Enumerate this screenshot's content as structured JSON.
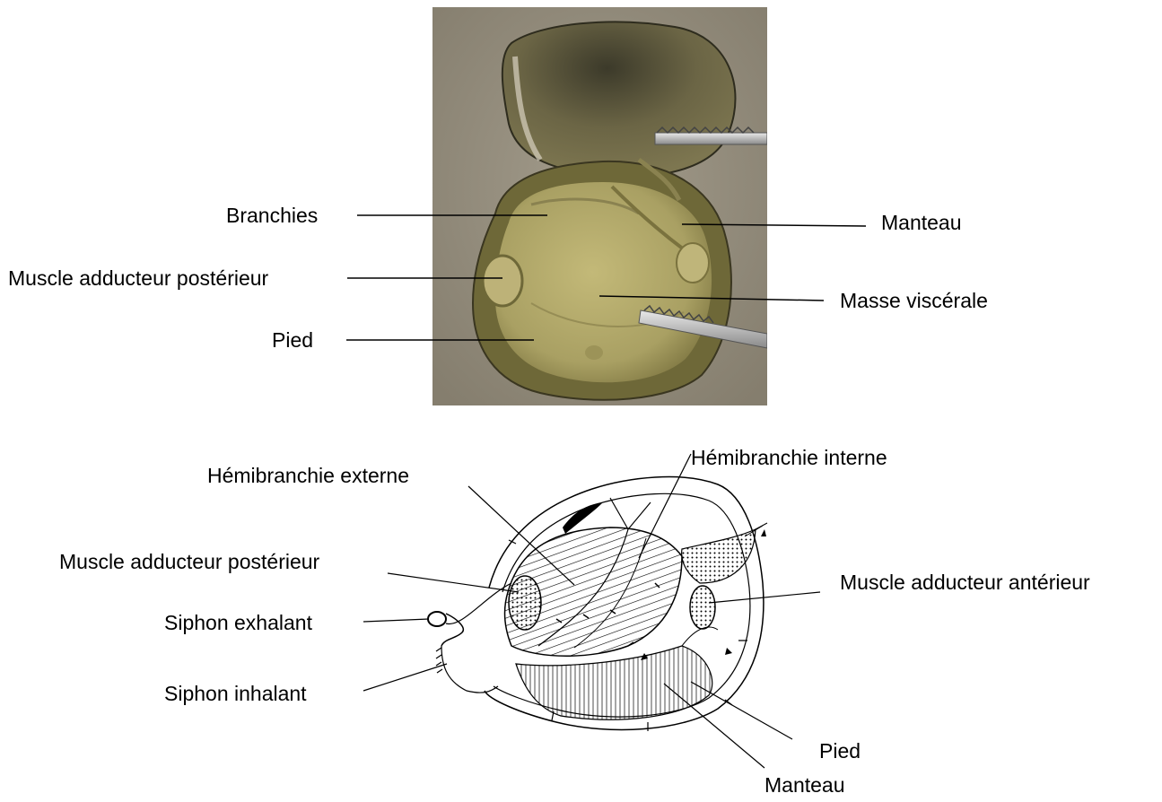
{
  "photo_panel": {
    "labels_left": {
      "branchies": "Branchies",
      "muscle_adducteur_posterieur": "Muscle adducteur postérieur",
      "pied": "Pied"
    },
    "labels_right": {
      "manteau": "Manteau",
      "masse_viscerale": "Masse viscérale"
    }
  },
  "schema_panel": {
    "labels": {
      "hemibranchie_externe": "Hémibranchie externe",
      "hemibranchie_interne": "Hémibranchie interne",
      "muscle_adducteur_posterieur": "Muscle adducteur postérieur",
      "muscle_adducteur_anterieur": "Muscle adducteur antérieur",
      "siphon_exhalant": "Siphon exhalant",
      "siphon_inhalant": "Siphon inhalant",
      "pied": "Pied",
      "manteau": "Manteau"
    }
  },
  "colors": {
    "photo_background": "#8c8575",
    "shell_dark": "#4a4630",
    "body_olive": "#b5aa6a",
    "line_black": "#000000"
  }
}
